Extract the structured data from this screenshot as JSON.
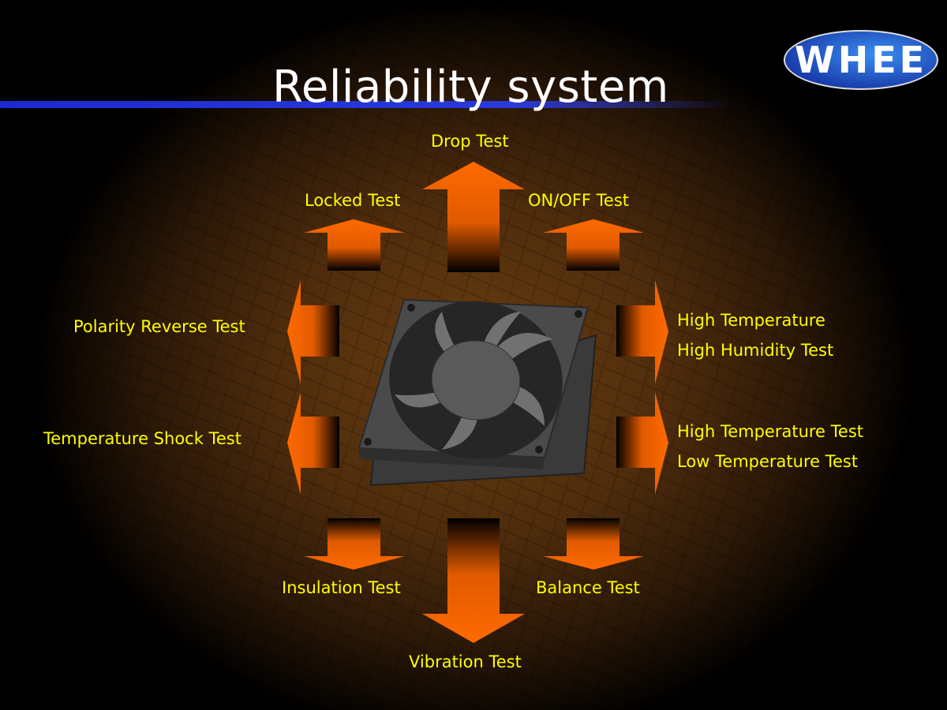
{
  "slide": {
    "title": "Reliability system",
    "logo_text": "WHEE"
  },
  "tests": {
    "drop": "Drop Test",
    "locked": "Locked Test",
    "on_off": "ON/OFF Test",
    "polarity": "Polarity Reverse Test",
    "temp_shock": "Temperature Shock Test",
    "high_temp_humidity_1": "High Temperature",
    "high_temp_humidity_2": "High Humidity Test",
    "high_low_temp_1": "High Temperature Test",
    "high_low_temp_2": "Low Temperature Test",
    "insulation": "Insulation Test",
    "balance": "Balance Test",
    "vibration": "Vibration Test"
  },
  "colors": {
    "arrow": "#ff6a00",
    "label": "#ffff00",
    "rule": "#1b2bd0"
  }
}
